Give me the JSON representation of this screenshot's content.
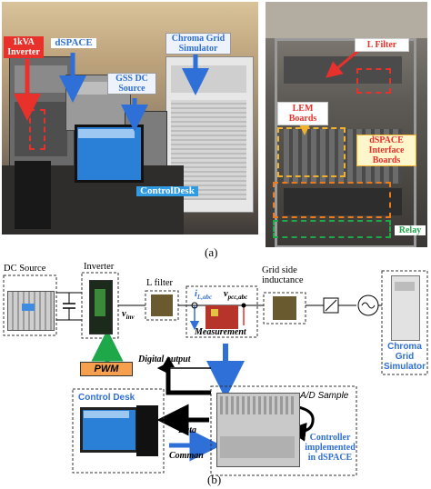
{
  "panel_a": {
    "caption": "(a)",
    "left_labels": {
      "inverter": "1kVA Inverter",
      "dspace": "dSPACE",
      "chroma": "Chroma Grid Simulator",
      "gss": "GSS DC Source",
      "controldesk": "ControlDesk"
    },
    "right_labels": {
      "lfilter": "L Filter",
      "lem": "LEM Boards",
      "interface": "dSPACE Interface Boards",
      "relay": "Relay"
    }
  },
  "panel_b": {
    "caption": "(b)",
    "dc_source": "DC Source",
    "inverter": "Inverter",
    "l_filter": "L filter",
    "v_inv": "v",
    "v_inv_sub": "inv",
    "i_label": "i",
    "i_sub": "L,abc",
    "v_pcc": "v",
    "v_pcc_sub": "pcc,abc",
    "grid_side": "Grid side inductance",
    "measurement": "Measurement",
    "pwm": "PWM",
    "digital_output": "Digital output",
    "control_desk": "Control Desk",
    "data": "Data",
    "command": "Comman",
    "ad_sample": "A/D Sample",
    "controller": "Controller implemented in dSPACE",
    "chroma": "Chroma Grid Simulator"
  },
  "colors": {
    "red": "#e8312a",
    "blue": "#2f6fd8",
    "green": "#1fa84a",
    "yellow": "#f0b22c",
    "orange": "#ea7a1c",
    "pwm_fill": "#f6a04d"
  }
}
